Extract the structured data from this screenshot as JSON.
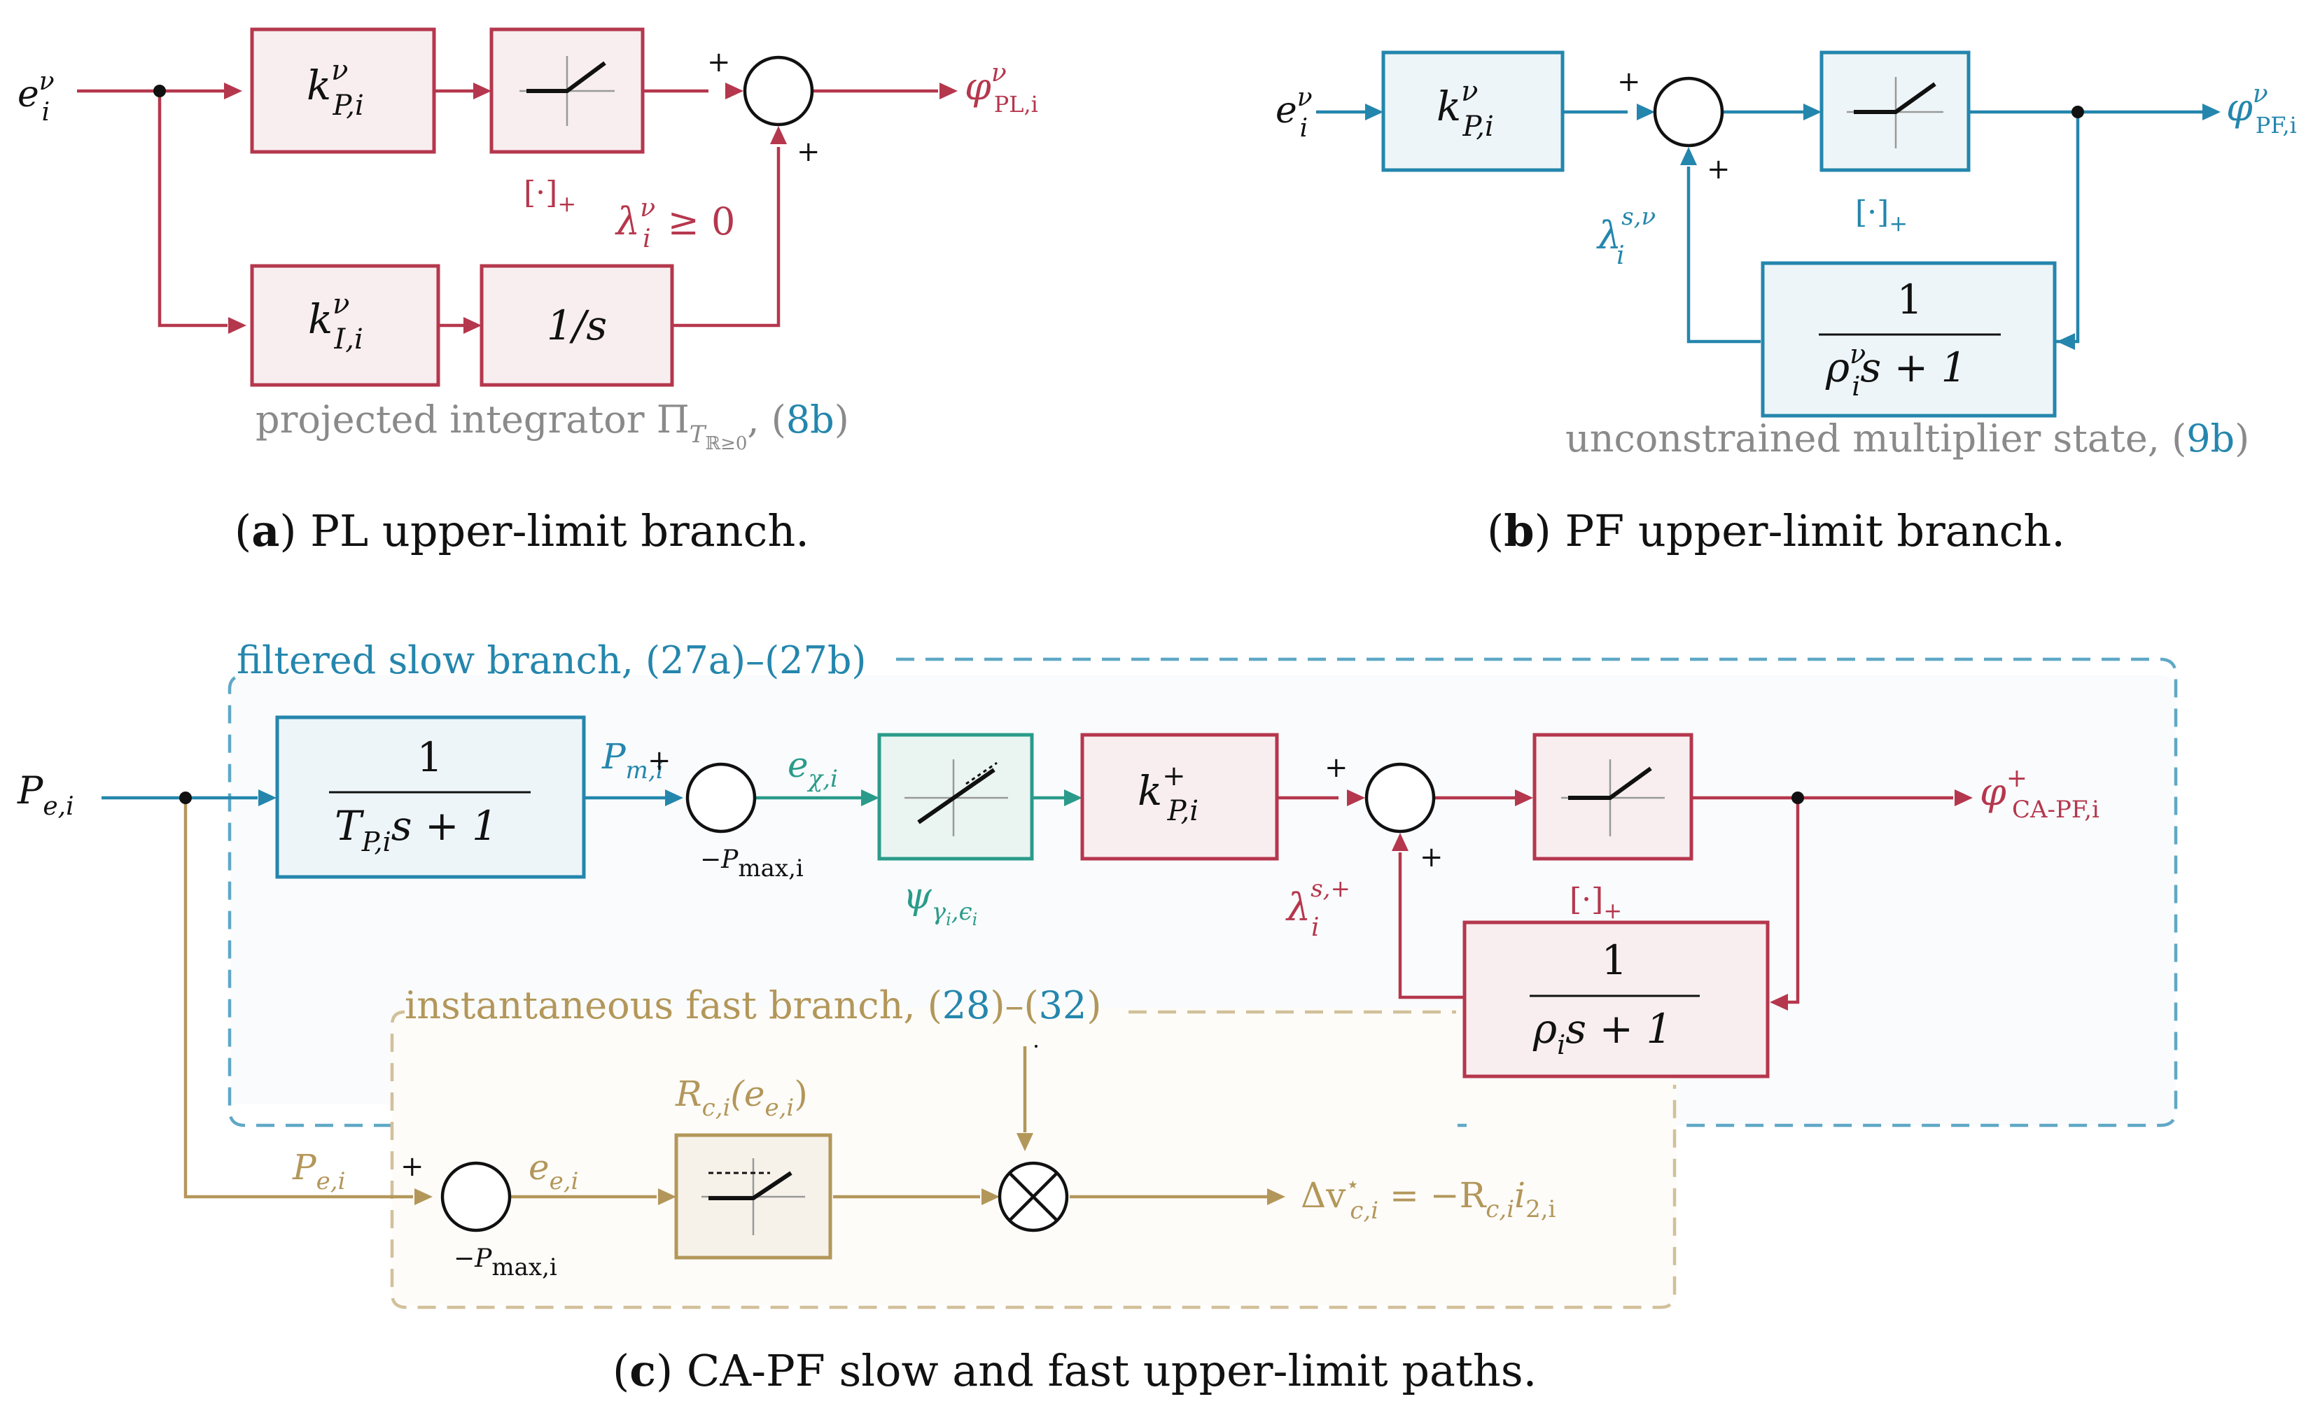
{
  "colors": {
    "red": "#b5374d",
    "red_fill": "#f8eef0",
    "blue": "#2486ad",
    "blue_fill": "#eef5f8",
    "teal": "#2a9b8a",
    "teal_fill": "#eaf5f2",
    "gold": "#b3975a",
    "gold_fill": "#f6f2ea",
    "grey": "#8a8a8a",
    "black": "#111111"
  },
  "panel_a": {
    "input": "e",
    "input_sup": "ν",
    "input_sub": "i",
    "kp_block": {
      "sym": "k",
      "sup": "ν",
      "sub": "P,i"
    },
    "ki_block": {
      "sym": "k",
      "sup": "ν",
      "sub": "I,i"
    },
    "int_block": "1/s",
    "plus_top": "+",
    "plus_bottom": "+",
    "proj_label": "[·]",
    "proj_sub": "+",
    "lambda": "λ",
    "lambda_sup": "ν",
    "lambda_sub": "i",
    "lambda_cond": "≥ 0",
    "output": "φ",
    "output_sup": "ν",
    "output_sub": "PL,i",
    "note_text": "projected integrator Π",
    "note_sub": "T",
    "note_subsub": "ℝ≥0",
    "note_comma": ", (",
    "note_ref": "8b",
    "note_close": ")",
    "caption_letter": "a",
    "caption_text": "PL upper-limit branch."
  },
  "panel_b": {
    "input": "e",
    "input_sup": "ν",
    "input_sub": "i",
    "kp_block": {
      "sym": "k",
      "sup": "ν",
      "sub": "P,i"
    },
    "plus_top": "+",
    "plus_bottom": "+",
    "lambda": "λ",
    "lambda_sup": "s,ν",
    "lambda_sub": "i",
    "proj_label": "[·]",
    "proj_sub": "+",
    "filter_num": "1",
    "filter_den_rho": "ρ",
    "filter_den_sup": "ν",
    "filter_den_sub": "i",
    "filter_den_rest": "s + 1",
    "output": "φ",
    "output_sup": "ν",
    "output_sub": "PF,i",
    "note_text": "unconstrained multiplier state, (",
    "note_ref": "9b",
    "note_close": ")",
    "caption_letter": "b",
    "caption_text": "PF upper-limit branch."
  },
  "panel_c": {
    "slow_label_text": "filtered slow branch, ",
    "slow_label_refs": "(27a)–(27b)",
    "input": "P",
    "input_sub": "e,i",
    "lowpass_num": "1",
    "lowpass_den_T": "T",
    "lowpass_den_sub": "P,i",
    "lowpass_den_rest": "s + 1",
    "pm_label": "P",
    "pm_sub": "m,i",
    "sum1_plus": "+",
    "sum1_minus_sym": "−P",
    "sum1_minus_sub": "max,i",
    "echi": "e",
    "echi_sub": "χ,i",
    "psi": "ψ",
    "psi_sub": "γ",
    "psi_subsub": "i",
    "psi_sub2": ",ϵ",
    "psi_subsub2": "i",
    "kp_block": {
      "sym": "k",
      "sup": "+",
      "sub": "P,i"
    },
    "sum2_plus_top": "+",
    "sum2_plus_bottom": "+",
    "lambda": "λ",
    "lambda_sup": "s,+",
    "lambda_sub": "i",
    "proj_label": "[·]",
    "proj_sub": "+",
    "filter_num": "1",
    "filter_den_rho": "ρ",
    "filter_den_sub": "i",
    "filter_den_rest": "s + 1",
    "output": "φ",
    "output_sup": "+",
    "output_sub": "CA-PF,i",
    "fast_label_text": "instantaneous fast branch, (",
    "fast_label_ref1": "28",
    "fast_label_mid": ")–(",
    "fast_label_ref2": "32",
    "fast_label_close": ")",
    "pe_label": "P",
    "pe_sub": "e,i",
    "sum3_plus": "+",
    "sum3_minus_sym": "−P",
    "sum3_minus_sub": "max,i",
    "ee_label": "e",
    "ee_sub": "e,i",
    "rc_label": "R",
    "rc_sub": "c,i",
    "rc_arg": "(e",
    "rc_arg_sub": "e,i",
    "rc_close": ")",
    "output_fast": "Δv",
    "output_fast_sup": "⋆",
    "output_fast_sub": "c,i",
    "output_fast_eq": " = −R",
    "output_fast_eq_sub": "c,i",
    "output_fast_i": "i",
    "output_fast_i_sub": "2,i",
    "caption_letter": "c",
    "caption_text": "CA-PF slow and fast upper-limit paths."
  }
}
